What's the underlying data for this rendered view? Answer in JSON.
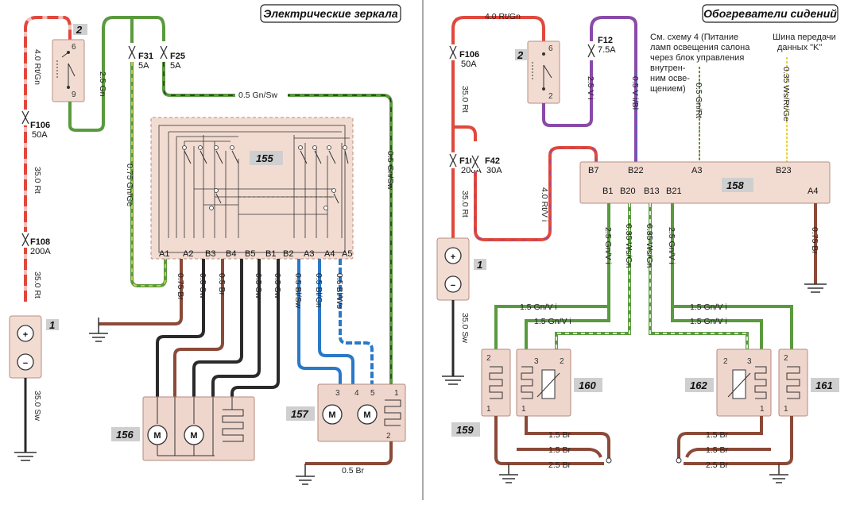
{
  "titles": {
    "left": "Электрические зеркала",
    "right": "Обогреватели сидений"
  },
  "components": {
    "c1_left": "1",
    "c2_left": "2",
    "c155": "155",
    "c156": "156",
    "c157": "157",
    "c1_right": "1",
    "c2_right": "2",
    "c158": "158",
    "c159": "159",
    "c160": "160",
    "c161": "161",
    "c162": "162"
  },
  "fuses": {
    "f106_left": {
      "name": "F106",
      "rating": "50A"
    },
    "f108_left": {
      "name": "F108",
      "rating": "200A"
    },
    "f31": {
      "name": "F31",
      "rating": "5A"
    },
    "f25": {
      "name": "F25",
      "rating": "5A"
    },
    "f106_right": {
      "name": "F106",
      "rating": "50A"
    },
    "f12": {
      "name": "F12",
      "rating": "7.5A"
    },
    "f108_right": {
      "name": "F108",
      "rating": "200A"
    },
    "f42": {
      "name": "F42",
      "rating": "30A"
    }
  },
  "wires_left": {
    "w_40_rtgn": "4.0 Rt/Gn",
    "w_25_gn": "2.5 Gn",
    "w_350_rt_1": "35.0 Rt",
    "w_350_rt_2": "35.0 Rt",
    "w_350_sw": "35.0 Sw",
    "w_075_gnge": "0.75 Gn/Ge",
    "w_05_gnsw_top": "0.5 Gn/Sw",
    "w_05_gnsw_vert": "0.5 Gn/Sw",
    "w_075_br": "0.75 Br",
    "w_05_sw_1": "0.5 Sw",
    "w_05_br_1": "0.5 Br",
    "w_05_sw_2": "0.5 Sw",
    "w_05_sw_3": "0.5 Sw",
    "w_05_blsw": "0.5 Bl/Sw",
    "w_05_blgn": "0.5 Bl/Gn",
    "w_05_blws": "0.5 Bl/Ws",
    "w_05_br_gnd": "0.5 Br"
  },
  "pins_left": [
    "A1",
    "A2",
    "B3",
    "B4",
    "B5",
    "B1",
    "B2",
    "A3",
    "A4",
    "A5"
  ],
  "pins_switch": [
    "6",
    "9"
  ],
  "pins_157": [
    "3",
    "4",
    "5",
    "1",
    "2"
  ],
  "wires_right": {
    "w_40_rtgn": "4.0 Rt/Gn",
    "w_25_vi": "2.5 V i",
    "w_05_vibl": "0.5 V i/Bl",
    "w_350_rt_1": "35.0 Rt",
    "w_350_rt_2": "35.0 Rt",
    "w_40_rtvi": "4.0 Rt/V i",
    "w_350_sw": "35.0 Sw",
    "w_05_gnrt": "0.5 Gn/Rt",
    "w_035_wsrtge": "0.35 Ws/Rt/Ge",
    "w_25_gnvi_1": "2.5 Gn/V i",
    "w_035_wsgn_1": "0.35 Ws/Gn",
    "w_035_wsgn_2": "0.35 Ws/Gn",
    "w_25_gnvi_2": "2.5 Gn/V i",
    "w_075_br": "0.75 Br",
    "w_15_gnvi_1": "1.5 Gn/V i",
    "w_15_gnvi_2": "1.5 Gn/V i",
    "w_15_gnvi_3": "1.5 Gn/V i",
    "w_15_gnvi_4": "1.5 Gn/V i",
    "w_15_br_1": "1.5 Br",
    "w_15_br_2": "1.5 Br",
    "w_25_br_1": "2.5 Br",
    "w_15_br_3": "1.5 Br",
    "w_15_br_4": "1.5 Br",
    "w_25_br_2": "2.5 Br"
  },
  "pins_158_top": [
    "B7",
    "B22",
    "A3",
    "B23"
  ],
  "pins_158_bottom": [
    "B1",
    "B20",
    "B13",
    "B21",
    "A4"
  ],
  "pins_switch_right": [
    "6",
    "2"
  ],
  "pins_160": [
    "3",
    "2",
    "1"
  ],
  "pins_162": [
    "2",
    "3",
    "1"
  ],
  "pins_159": [
    "2",
    "1"
  ],
  "pins_161": [
    "2",
    "1"
  ],
  "notes": {
    "scheme4": [
      "См. схему 4 (Питание",
      "ламп освещения салона",
      "через блок управления",
      "внутрен-",
      "ним осве-",
      "щением)"
    ],
    "bus": [
      "Шина передачи",
      "данных \"K\""
    ]
  },
  "motor_glyph": "M",
  "battery_plus": "+",
  "battery_minus": "−",
  "colors": {
    "red": "#e0493d",
    "green": "#5a9a3e",
    "violet": "#8a4aa8",
    "brown": "#8b4a38",
    "black": "#2a2a2a",
    "blue": "#2a78c8",
    "block": "#f2dcd2"
  }
}
